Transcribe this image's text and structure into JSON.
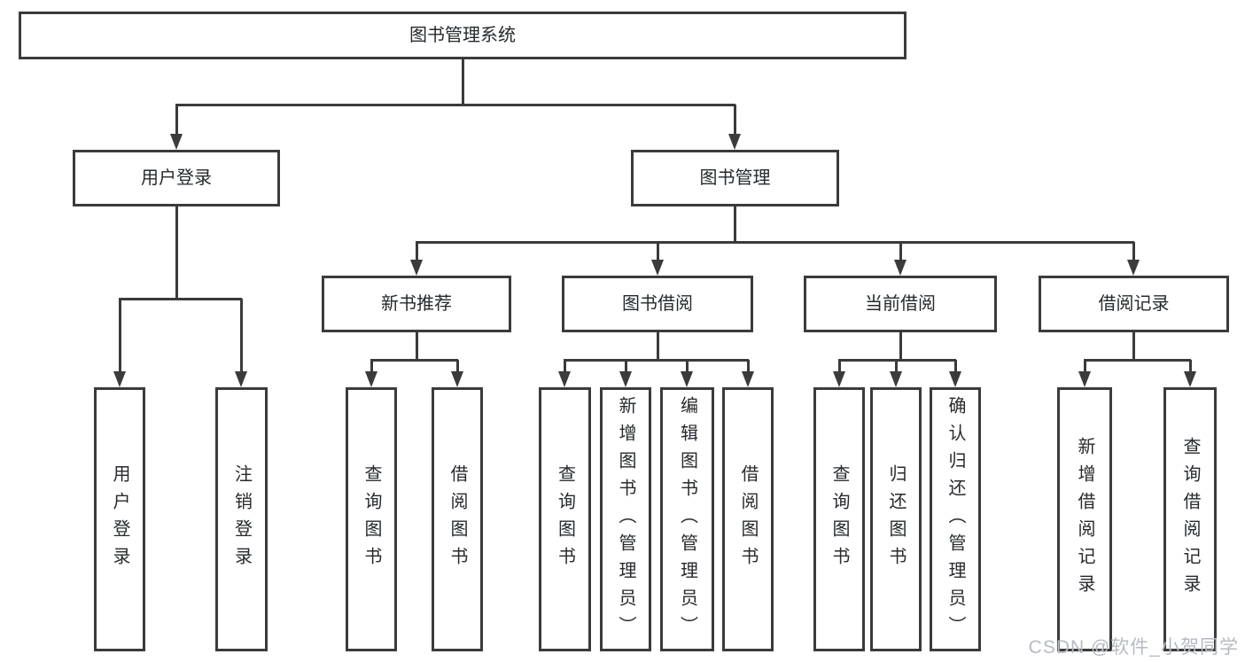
{
  "diagram": {
    "type": "tree",
    "title": "图书管理系统"
  },
  "nodes": {
    "root": {
      "label": "图书管理系统"
    },
    "user_login": {
      "label": "用户登录"
    },
    "book_mgmt": {
      "label": "图书管理"
    },
    "new_book_rec": {
      "label": "新书推荐"
    },
    "book_borrow": {
      "label": "图书借阅"
    },
    "current_borrow": {
      "label": "当前借阅"
    },
    "borrow_record": {
      "label": "借阅记录"
    },
    "leaf_user_login": {
      "label": "用户登录"
    },
    "leaf_logout": {
      "label": "注销登录"
    },
    "leaf_query_book_1": {
      "label": "查询图书"
    },
    "leaf_borrow_book_1": {
      "label": "借阅图书"
    },
    "leaf_query_book_2": {
      "label": "查询图书"
    },
    "leaf_add_book": {
      "label": "新增图书（管理员）"
    },
    "leaf_edit_book": {
      "label": "编辑图书（管理员）"
    },
    "leaf_borrow_book_2": {
      "label": "借阅图书"
    },
    "leaf_query_book_3": {
      "label": "查询图书"
    },
    "leaf_return_book": {
      "label": "归还图书"
    },
    "leaf_confirm_return": {
      "label": "确认归还（管理员）"
    },
    "leaf_add_record": {
      "label": "新增借阅记录"
    },
    "leaf_query_record": {
      "label": "查询借阅记录"
    }
  },
  "hierarchy": {
    "root": [
      "user_login",
      "book_mgmt"
    ],
    "user_login": [
      "leaf_user_login",
      "leaf_logout"
    ],
    "book_mgmt": [
      "new_book_rec",
      "book_borrow",
      "current_borrow",
      "borrow_record"
    ],
    "new_book_rec": [
      "leaf_query_book_1",
      "leaf_borrow_book_1"
    ],
    "book_borrow": [
      "leaf_query_book_2",
      "leaf_add_book",
      "leaf_edit_book",
      "leaf_borrow_book_2"
    ],
    "current_borrow": [
      "leaf_query_book_3",
      "leaf_return_book",
      "leaf_confirm_return"
    ],
    "borrow_record": [
      "leaf_add_record",
      "leaf_query_record"
    ]
  },
  "watermark": {
    "text": "CSDN @软件_小贺同学"
  },
  "colors": {
    "line": "#3b3b3b",
    "label_text": "#26292e",
    "watermark_text": "#b6bac3",
    "background": "#ffffff"
  }
}
